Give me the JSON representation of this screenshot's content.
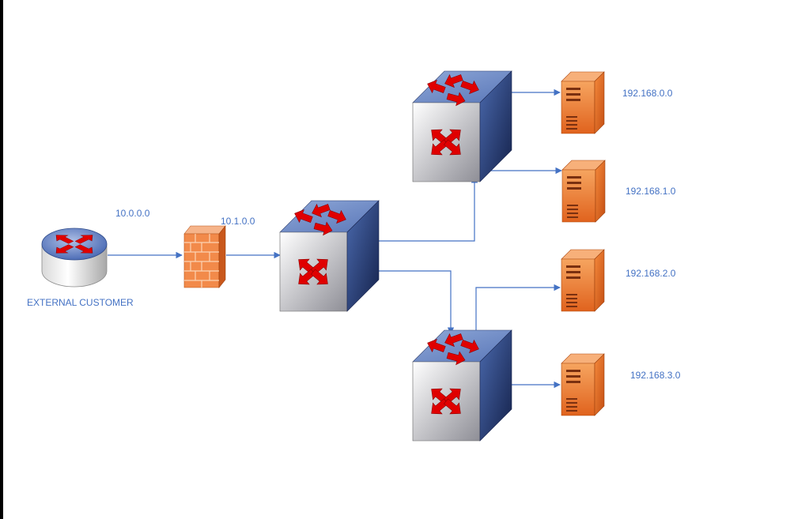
{
  "labels": {
    "router": "EXTERNAL CUSTOMER",
    "router_net": "10.0.0.0",
    "firewall_net": "10.1.0.0",
    "server_1": "192.168.0.0",
    "server_2": "192.168.1.0",
    "server_3": "192.168.2.0",
    "server_4": "192.168.3.0"
  },
  "colors": {
    "connector": "#4472C4",
    "label_text": "#4472C4",
    "switch_arrow": "#E00000",
    "server_body": "#F07A2A",
    "firewall_brick": "#F28A4A"
  },
  "icons": [
    "router-icon",
    "firewall-icon",
    "switch-icon",
    "server-icon"
  ]
}
